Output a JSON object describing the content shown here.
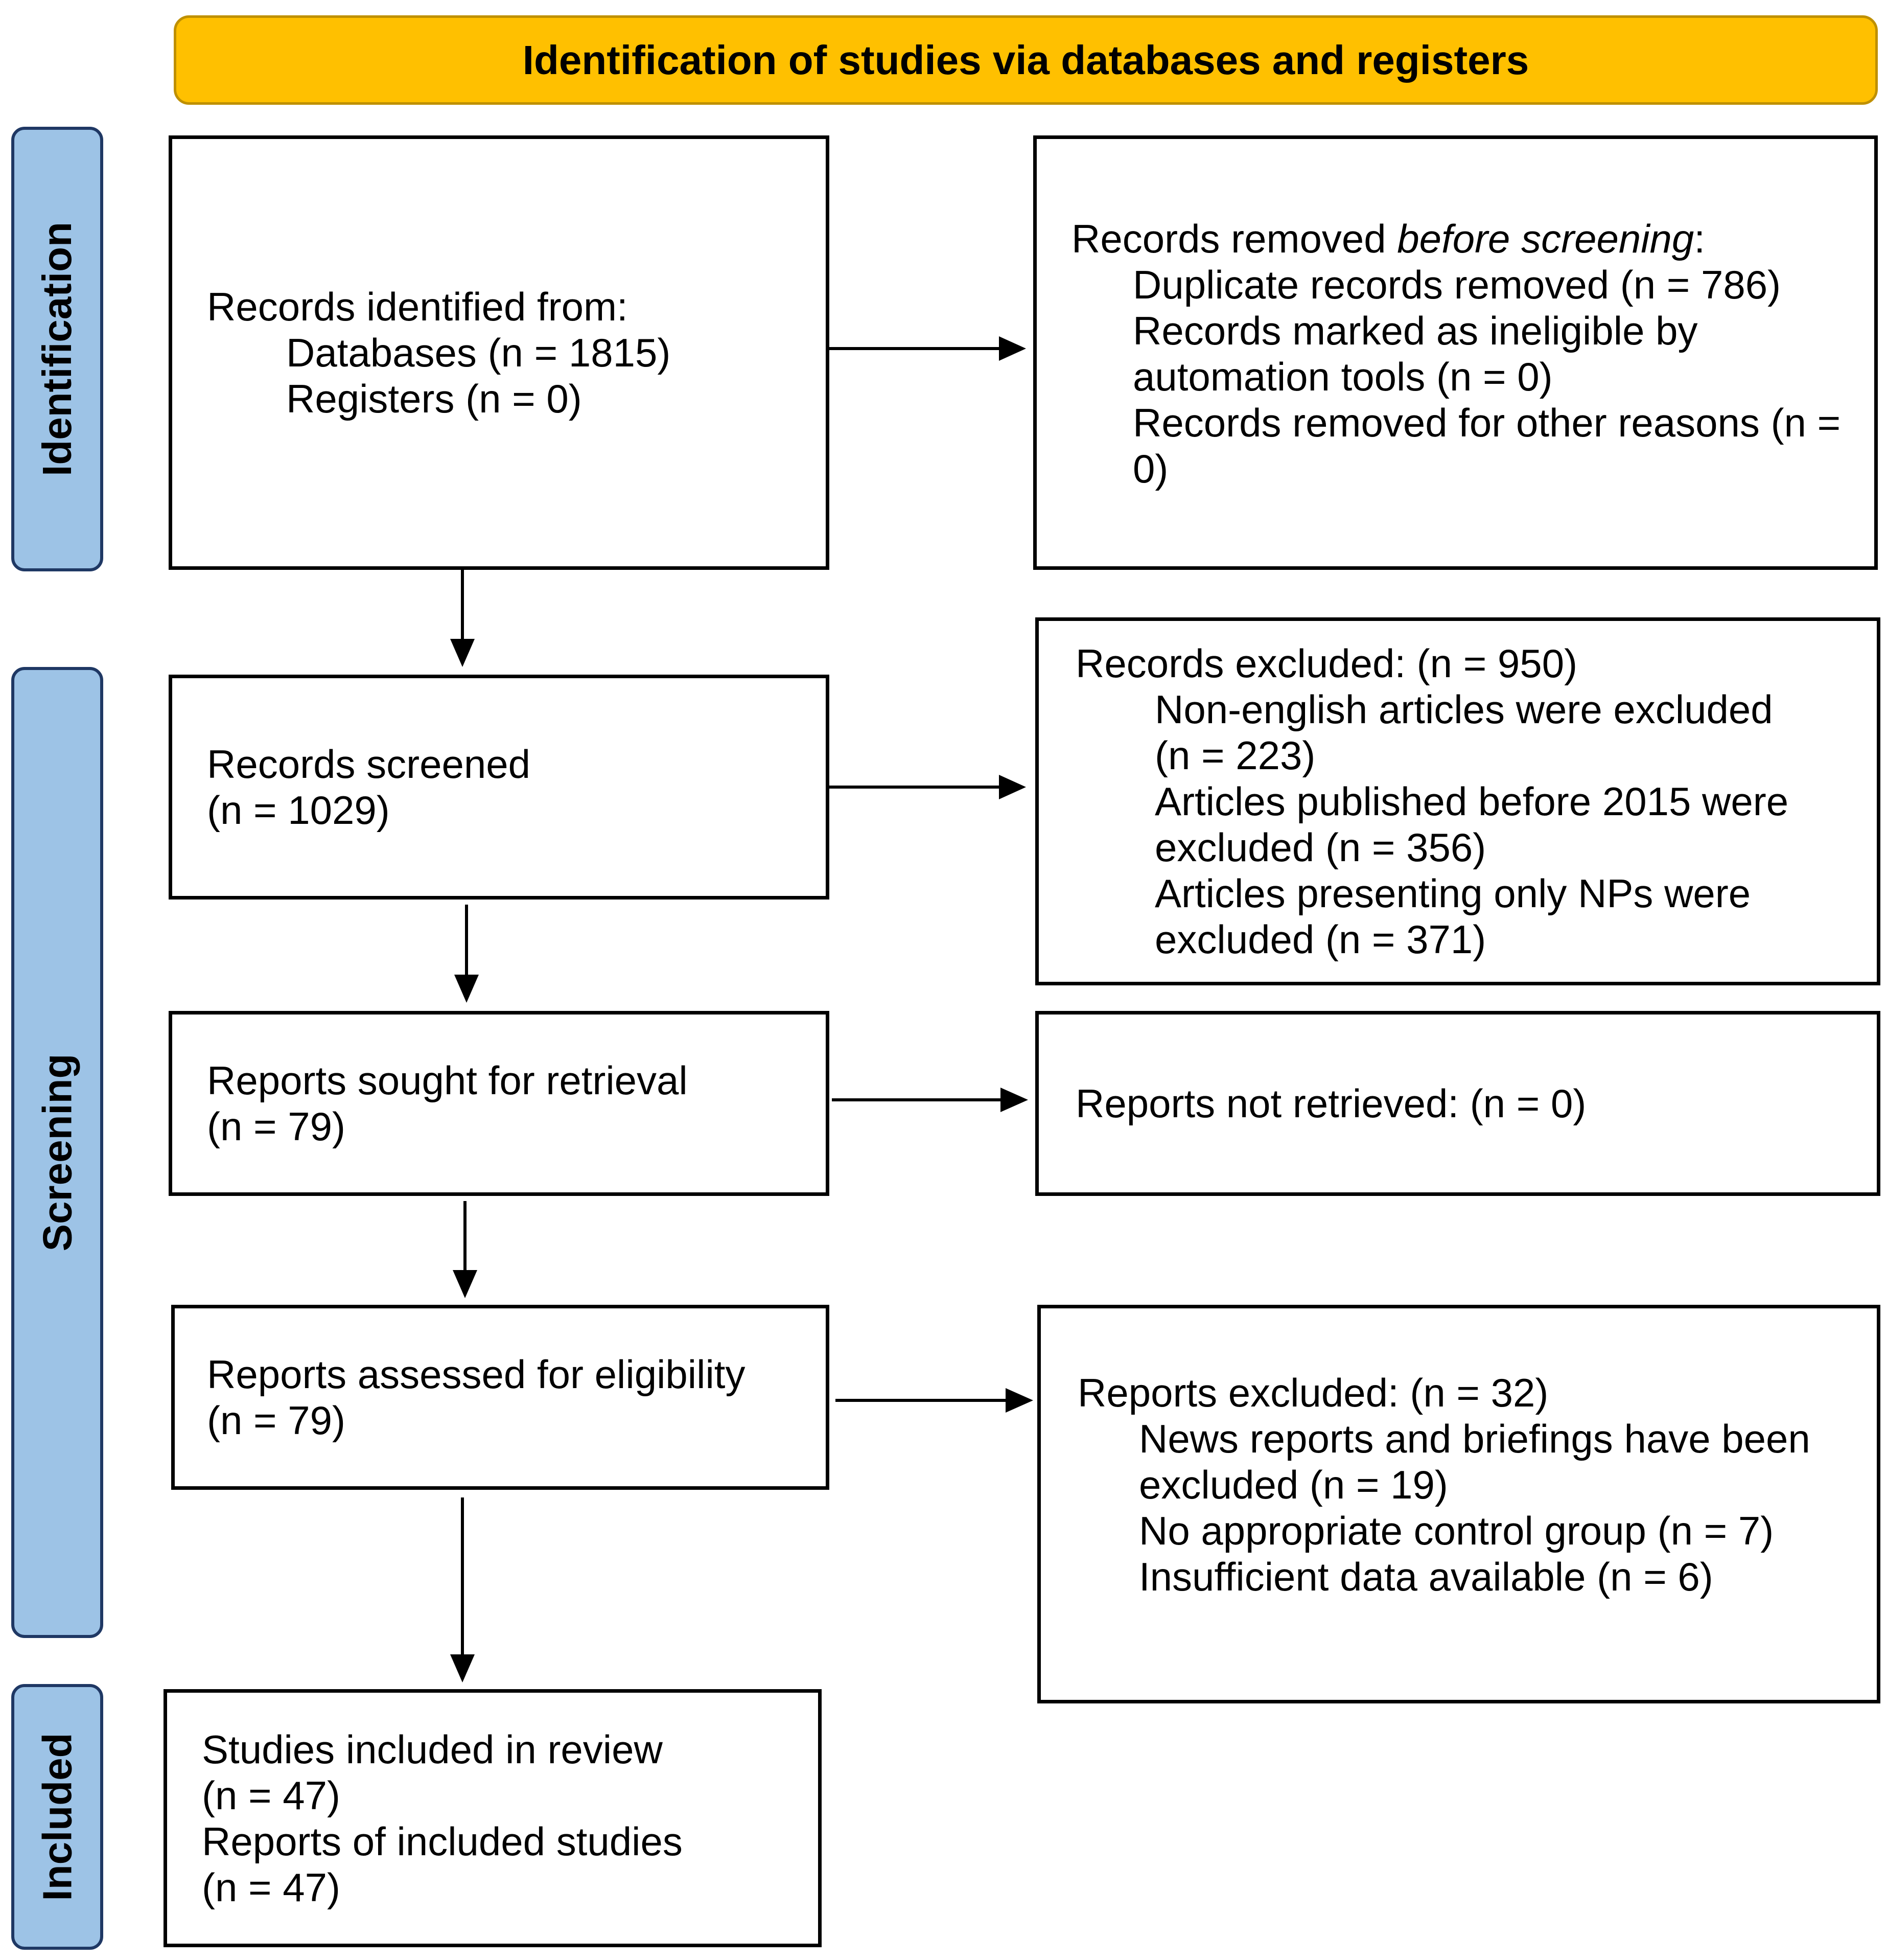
{
  "header": {
    "title": "Identification of studies via databases and registers"
  },
  "phases": {
    "identification": "Identification",
    "screening": "Screening",
    "included": "Included"
  },
  "boxes": {
    "records_identified": {
      "title": "Records identified from:",
      "databases": "Databases (n = 1815)",
      "registers": "Registers (n = 0)"
    },
    "records_removed": {
      "title_prefix": "Records removed ",
      "title_emph": "before screening",
      "title_suffix": ":",
      "duplicates": "Duplicate records removed (n = 786)",
      "ineligible": "Records marked as ineligible by automation tools (n = 0)",
      "other": "Records removed for other reasons (n = 0)"
    },
    "records_screened": {
      "title": "Records screened",
      "count": "(n = 1029)"
    },
    "records_excluded": {
      "title": "Records excluded: (n = 950)",
      "non_english": "Non-english articles were excluded (n = 223)",
      "before_2015": "Articles published before 2015 were excluded (n = 356)",
      "only_nps": "Articles presenting only NPs were excluded (n = 371)"
    },
    "reports_sought": {
      "title": "Reports sought for retrieval",
      "count": "(n = 79)"
    },
    "reports_not_retrieved": {
      "title": "Reports not retrieved: (n = 0)"
    },
    "reports_assessed": {
      "title": "Reports assessed for eligibility",
      "count": "(n = 79)"
    },
    "reports_excluded": {
      "title": "Reports excluded: (n = 32)",
      "news": "News reports and briefings have been excluded (n = 19)",
      "control": "No appropriate control group (n = 7)",
      "data": "Insufficient data available (n = 6)"
    },
    "studies_included": {
      "studies": "Studies included in review",
      "studies_count": "(n = 47)",
      "reports": "Reports of included studies",
      "reports_count": "(n = 47)"
    }
  }
}
